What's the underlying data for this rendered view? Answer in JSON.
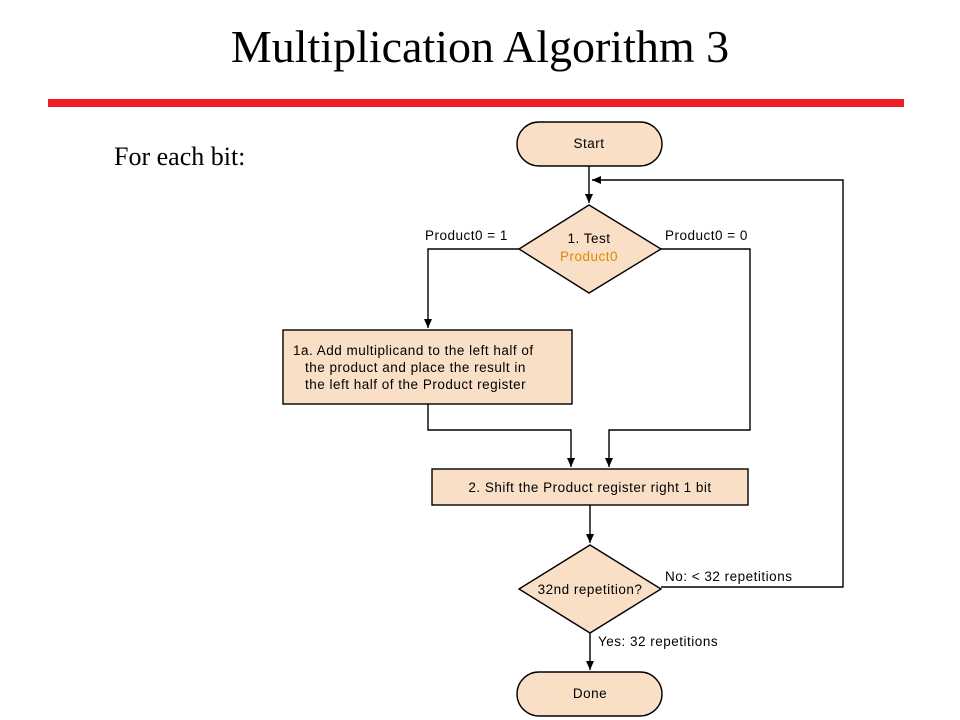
{
  "slide": {
    "title": "Multiplication Algorithm 3",
    "intro": "For each bit:"
  },
  "flowchart": {
    "start": "Start",
    "test": {
      "line1": "1. Test",
      "line2": "Product0"
    },
    "label_p1_orange": "Product0",
    "label_p1_rest": " = 1",
    "label_p0_orange": "Product0",
    "label_p0_rest": " = 0",
    "add": {
      "line1": "1a. Add multiplicand to the left half of",
      "line2": "the product and place the result in",
      "line3": "the left half of the Product register"
    },
    "shift": "2. Shift the Product register right 1 bit",
    "repeat": "32nd repetition?",
    "no_label": "No:  < 32 repetitions",
    "yes_label": "Yes:  32 repetitions",
    "done": "Done"
  },
  "colors": {
    "box_fill": "#f9dfc6",
    "accent_rule": "#ee1c25",
    "label_orange": "#d98a00"
  }
}
